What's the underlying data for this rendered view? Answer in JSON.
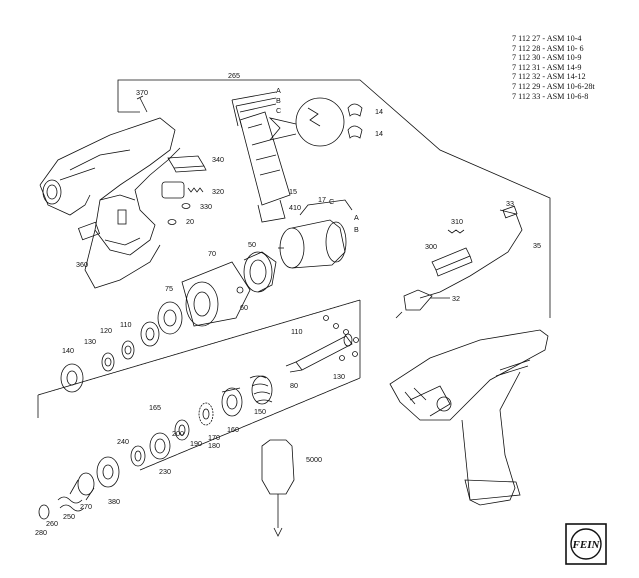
{
  "models": [
    "7 112 27 - ASM 10-4",
    "7 112 28 - ASM 10- 6",
    "7 112 30 - ASM 10-9",
    "7 112 31 - ASM 14-9",
    "7 112 32 - ASM 14-12",
    "7 112 29 - ASM 10-6-28t",
    "7 112 33 - ASM 10-6-8"
  ],
  "wire_labels": {
    "a": "A",
    "b": "B",
    "c": "C"
  },
  "part_numbers": {
    "p265": "265",
    "p370": "370",
    "p14a": "14",
    "p14b": "14",
    "p340": "340",
    "p320": "320",
    "p330": "330",
    "p20": "20",
    "p360": "360",
    "p15": "15",
    "p17": "17",
    "p410": "410",
    "p33": "33",
    "p310": "310",
    "p300": "300",
    "p35": "35",
    "p32": "32",
    "p50": "50",
    "p70": "70",
    "p75": "75",
    "p60": "60",
    "p110a": "110",
    "p120": "120",
    "p130a": "130",
    "p140": "140",
    "p110b": "110",
    "p80": "80",
    "p130b": "130",
    "p165": "165",
    "p150": "150",
    "p160": "160",
    "p170": "170",
    "p180": "180",
    "p190": "190",
    "p200": "200",
    "p230": "230",
    "p240": "240",
    "p250": "250",
    "p260": "260",
    "p270": "270",
    "p280": "280",
    "p380": "380",
    "p5000": "5000"
  },
  "logo_text": "FEIN"
}
